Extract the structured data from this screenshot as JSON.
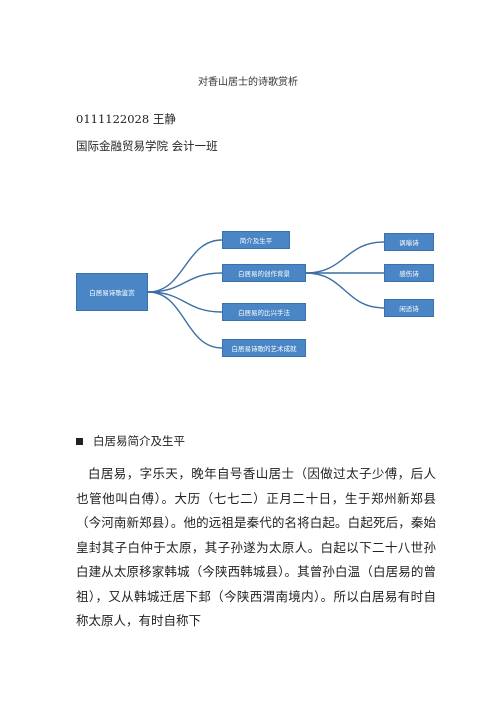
{
  "document": {
    "title": "对香山居士的诗歌赏析",
    "student_line": "0111122028 王静",
    "school_line": "国际金融贸易学院  会计一班"
  },
  "mindmap": {
    "root": "白居易诗歌鉴赏",
    "branches": [
      "简介及生平",
      "白居易的创作背景",
      "白居易的比兴手法",
      "白居易诗歌的艺术成就"
    ],
    "leaves": [
      "讽喻诗",
      "感伤诗",
      "闲适诗"
    ],
    "colors": {
      "node_fill": "#4a86c5",
      "connector": "#3b6ea5"
    }
  },
  "section": {
    "heading": "白居易简介及生平",
    "paragraph": "白居易，字乐天，晚年自号香山居士（因做过太子少傅，后人也管他叫白傅）。大历（七七二）正月二十日，生于郑州新郑县（今河南新郑县）。他的远祖是秦代的名将白起。白起死后，秦始皇封其子白仲于太原，其子孙遂为太原人。白起以下二十八世孙白建从太原移家韩城（今陕西韩城县）。其曾孙白温（白居易的曾祖），又从韩城迁居下邽（今陕西渭南境内）。所以白居易有时自称太原人，有时自称下"
  }
}
